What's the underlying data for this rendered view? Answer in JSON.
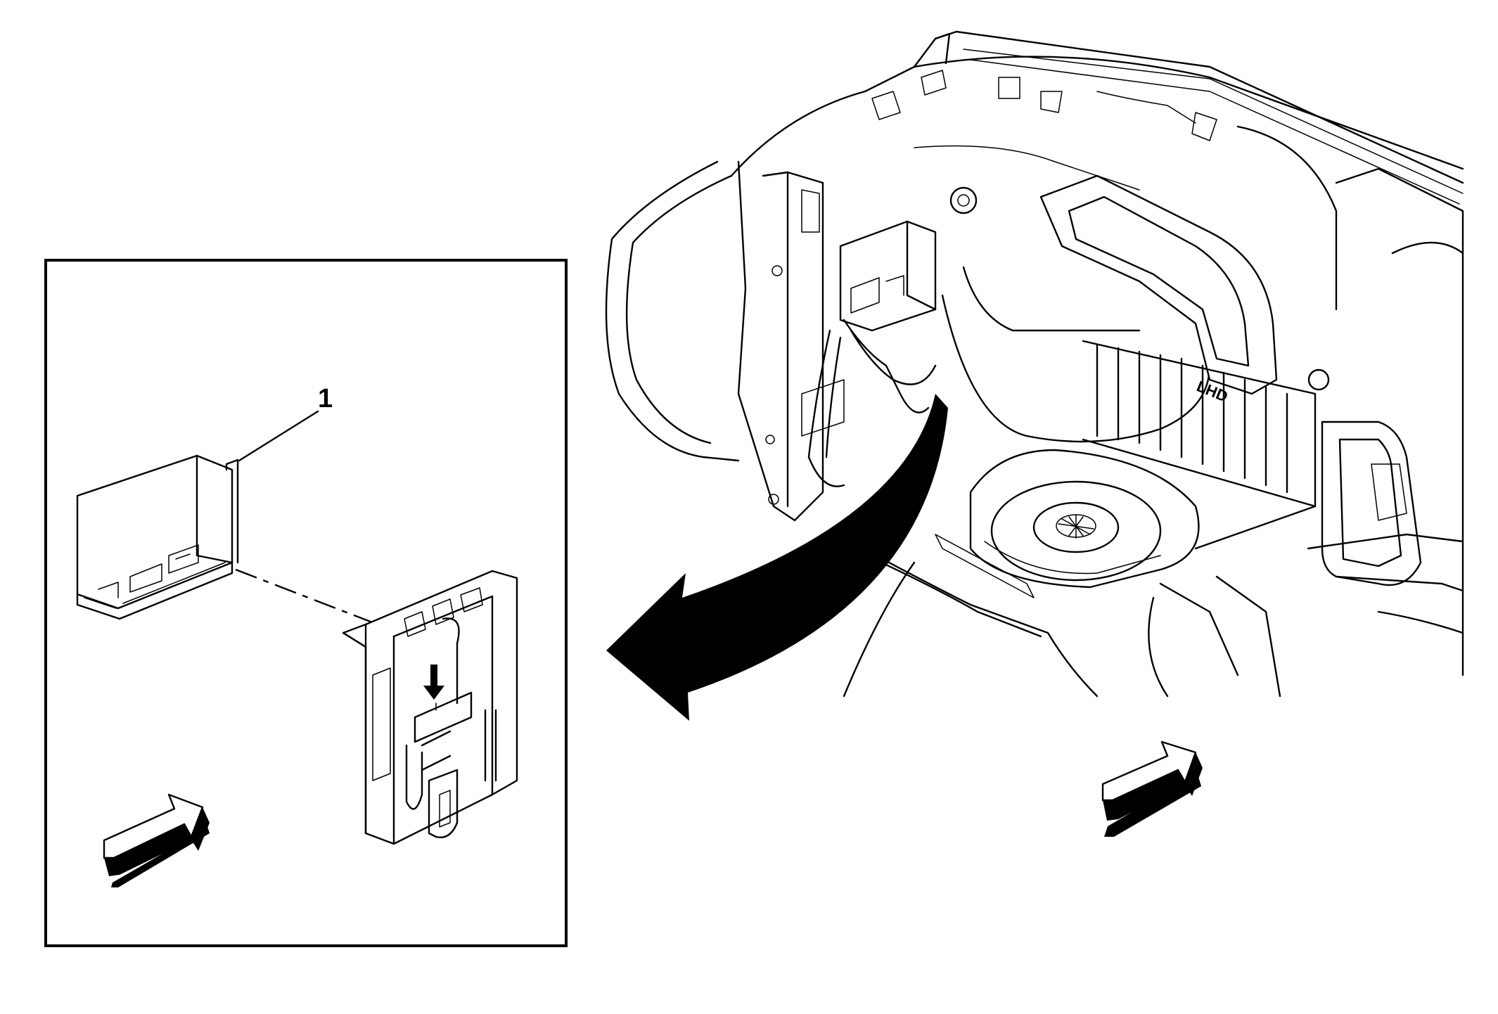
{
  "callouts": [
    {
      "label": "1"
    }
  ],
  "embossed_text": {
    "housing_marking": "LHD"
  },
  "icons": {
    "view_arrow": "view-direction-arrow",
    "removal_arrow": "curved-removal-arrow"
  }
}
